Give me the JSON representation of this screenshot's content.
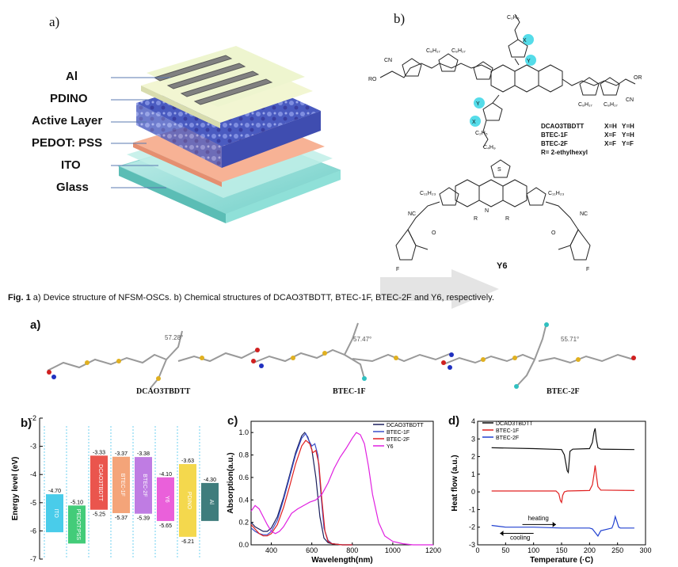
{
  "fig1": {
    "panel_a": "a)",
    "panel_b": "b)",
    "layers": [
      "Al",
      "PDINO",
      "Active Layer",
      "PEDOT: PSS",
      "ITO",
      "Glass"
    ],
    "chem_table": {
      "rows": [
        {
          "name": "DCAO3TBDTT",
          "x": "X=H",
          "y": "Y=H"
        },
        {
          "name": "BTEC-1F",
          "x": "X=F",
          "y": "Y=H"
        },
        {
          "name": "BTEC-2F",
          "x": "X=F",
          "y": "Y=F"
        }
      ],
      "r_def": "R= 2-ethylhexyl"
    },
    "chem_labels": {
      "c2h5_top": "C₂H₅",
      "c8h17_1": "C₈H₁₇",
      "c8h17_2": "C₈H₁₇",
      "c8h17_3": "C₈H₁₇",
      "c8h17_4": "C₈H₁₇",
      "cn1": "CN",
      "cn2": "CN",
      "ro": "RO",
      "or": "OR",
      "c2h5_bot": "C₂H₅",
      "c4h9": "C₄H₉",
      "x": "X",
      "y": "Y",
      "c11h23_1": "C₁₁H₂₃",
      "c11h23_2": "C₁₁H₂₃",
      "nc1": "NC",
      "nc2": "NC",
      "r": "R",
      "n": "N",
      "f": "F",
      "o": "O",
      "s": "S",
      "y6": "Y6"
    },
    "caption_bold": "Fig. 1",
    "caption_text": " a) Device structure of NFSM-OSCs. b) Chemical structures of DCAO3TBDTT, BTEC-1F, BTEC-2F and Y6, respectively."
  },
  "fig2": {
    "panel_a": "a)",
    "panel_b": "b)",
    "panel_c": "c)",
    "panel_d": "d)",
    "molecules": [
      {
        "name": "DCAO3TBDTT",
        "angle": "57.28°"
      },
      {
        "name": "BTEC-1F",
        "angle": "57.47°"
      },
      {
        "name": "BTEC-2F",
        "angle": "55.71°"
      }
    ]
  },
  "energy": {
    "ylabel": "Energy level (eV)",
    "yticks": [
      "-2",
      "-3",
      "-4",
      "-5",
      "-6",
      "-7"
    ],
    "bars": [
      {
        "name": "ITO",
        "lumo": null,
        "homo": -4.7,
        "top_label": "-4.70",
        "bot_label": "",
        "color": "#35c6e8"
      },
      {
        "name": "PEDOT:PSS",
        "lumo": null,
        "homo": -5.1,
        "top_label": "-5.10",
        "bot_label": "",
        "color": "#2fc66a"
      },
      {
        "name": "DCAO3TBDTT",
        "lumo": -3.33,
        "homo": -5.25,
        "top_label": "-3.33",
        "bot_label": "-5.25",
        "color": "#e8433a"
      },
      {
        "name": "BTEC-1F",
        "lumo": -3.37,
        "homo": -5.37,
        "top_label": "-3.37",
        "bot_label": "-5.37",
        "color": "#f39a6a"
      },
      {
        "name": "BTEC-2F",
        "lumo": -3.38,
        "homo": -5.39,
        "top_label": "-3.38",
        "bot_label": "-5.39",
        "color": "#b86ee0"
      },
      {
        "name": "Y6",
        "lumo": -4.1,
        "homo": -5.65,
        "top_label": "-4.10",
        "bot_label": "-5.65",
        "color": "#e84fd6"
      },
      {
        "name": "PDINO",
        "lumo": -3.63,
        "homo": -6.21,
        "top_label": "-3.63",
        "bot_label": "-6.21",
        "color": "#f3d43a"
      },
      {
        "name": "Al",
        "lumo": null,
        "homo": -4.3,
        "top_label": "-4.30",
        "bot_label": "",
        "color": "#2a6f6f"
      }
    ]
  },
  "chart_data": [
    {
      "type": "line",
      "title": "",
      "xlabel": "Wavelength(nm)",
      "ylabel": "Absorption(a.u.)",
      "xlim": [
        300,
        1200
      ],
      "ylim": [
        0,
        1.1
      ],
      "xticks": [
        400,
        600,
        800,
        1000,
        1200
      ],
      "yticks": [
        0.0,
        0.2,
        0.4,
        0.6,
        0.8,
        1.0
      ],
      "series": [
        {
          "name": "DCAO3TBDTT",
          "color": "#1a1f5c",
          "x": [
            300,
            320,
            340,
            360,
            380,
            400,
            430,
            460,
            490,
            520,
            550,
            565,
            580,
            600,
            620,
            640,
            660,
            680,
            700,
            750,
            800
          ],
          "y": [
            0.2,
            0.16,
            0.14,
            0.12,
            0.12,
            0.15,
            0.25,
            0.42,
            0.62,
            0.82,
            0.97,
            1.0,
            0.96,
            0.85,
            0.6,
            0.25,
            0.06,
            0.02,
            0.01,
            0.0,
            0.0
          ]
        },
        {
          "name": "BTEC-1F",
          "color": "#3b4fc8",
          "x": [
            300,
            320,
            340,
            360,
            380,
            400,
            430,
            460,
            490,
            520,
            550,
            570,
            585,
            600,
            615,
            630,
            645,
            660,
            680,
            700,
            750,
            800
          ],
          "y": [
            0.15,
            0.12,
            0.1,
            0.09,
            0.09,
            0.12,
            0.22,
            0.4,
            0.6,
            0.8,
            0.95,
            0.99,
            0.93,
            0.88,
            0.9,
            0.8,
            0.45,
            0.15,
            0.04,
            0.01,
            0.0,
            0.0
          ]
        },
        {
          "name": "BTEC-2F",
          "color": "#e02020",
          "x": [
            300,
            320,
            340,
            360,
            380,
            400,
            430,
            460,
            490,
            520,
            550,
            570,
            590,
            605,
            620,
            635,
            650,
            665,
            680,
            700,
            750,
            800
          ],
          "y": [
            0.18,
            0.14,
            0.1,
            0.08,
            0.08,
            0.1,
            0.18,
            0.33,
            0.52,
            0.72,
            0.88,
            0.93,
            0.9,
            0.82,
            0.84,
            0.72,
            0.4,
            0.12,
            0.03,
            0.01,
            0.0,
            0.0
          ]
        },
        {
          "name": "Y6",
          "color": "#e020e0",
          "x": [
            300,
            320,
            340,
            360,
            380,
            400,
            420,
            440,
            460,
            480,
            500,
            530,
            560,
            590,
            620,
            650,
            680,
            710,
            740,
            770,
            800,
            820,
            840,
            860,
            880,
            900,
            930,
            960,
            1000,
            1050,
            1100,
            1150,
            1200
          ],
          "y": [
            0.3,
            0.35,
            0.32,
            0.25,
            0.18,
            0.12,
            0.1,
            0.12,
            0.16,
            0.22,
            0.28,
            0.32,
            0.35,
            0.38,
            0.4,
            0.45,
            0.55,
            0.68,
            0.78,
            0.86,
            0.95,
            1.0,
            0.98,
            0.9,
            0.7,
            0.45,
            0.2,
            0.08,
            0.03,
            0.01,
            0.0,
            0.0,
            0.0
          ]
        }
      ]
    },
    {
      "type": "line",
      "title": "",
      "xlabel": "Temperature (·C)",
      "ylabel": "Heat flow (a.u.)",
      "xlim": [
        0,
        300
      ],
      "ylim": [
        -3,
        4
      ],
      "xticks": [
        0,
        50,
        100,
        150,
        200,
        250,
        300
      ],
      "yticks": [
        -3,
        -2,
        -1,
        0,
        1,
        2,
        3,
        4
      ],
      "annotations": [
        "heating",
        "cooling"
      ],
      "series": [
        {
          "name": "DCAO3TBDTT",
          "color": "#111111",
          "x": [
            25,
            100,
            150,
            155,
            160,
            162,
            165,
            170,
            200,
            205,
            208,
            210,
            212,
            215,
            220,
            280
          ],
          "y": [
            2.5,
            2.45,
            2.4,
            2.1,
            1.2,
            1.1,
            2.3,
            2.42,
            2.45,
            2.8,
            3.4,
            3.6,
            3.0,
            2.5,
            2.42,
            2.4
          ]
        },
        {
          "name": "BTEC-1F",
          "color": "#e02020",
          "x": [
            25,
            100,
            140,
            145,
            148,
            150,
            152,
            155,
            160,
            200,
            205,
            208,
            210,
            212,
            215,
            220,
            280
          ],
          "y": [
            0.05,
            0.05,
            0.05,
            -0.1,
            -0.5,
            -0.6,
            -0.2,
            0.0,
            0.05,
            0.08,
            0.4,
            1.0,
            1.5,
            1.0,
            0.3,
            0.1,
            0.08
          ]
        },
        {
          "name": "BTEC-2F",
          "color": "#2040d0",
          "x": [
            25,
            50,
            100,
            150,
            200,
            205,
            210,
            215,
            220,
            240,
            243,
            246,
            249,
            252,
            255,
            280
          ],
          "y": [
            -1.9,
            -2.0,
            -2.0,
            -2.05,
            -2.05,
            -2.1,
            -2.3,
            -2.5,
            -2.2,
            -2.05,
            -1.8,
            -1.4,
            -1.7,
            -2.0,
            -2.05,
            -2.05
          ]
        }
      ]
    }
  ]
}
